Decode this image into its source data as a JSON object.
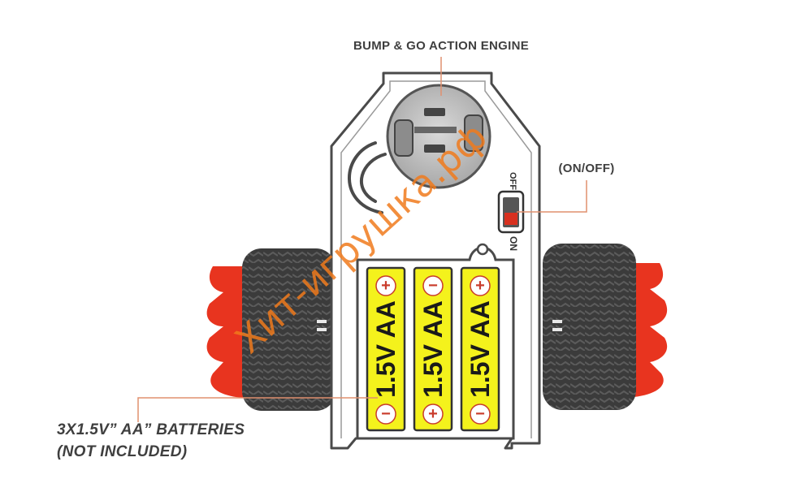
{
  "labels": {
    "engine": "BUMP & GO ACTION ENGINE",
    "switch": "(ON/OFF)",
    "batteries_line1": "3X1.5V” AA” BATTERIES",
    "batteries_line2": "(NOT INCLUDED)"
  },
  "switch": {
    "off_label": "OFF",
    "on_label": "ON"
  },
  "batteries": [
    {
      "label": "1.5V AA",
      "top_sign": "+",
      "bottom_sign": "−"
    },
    {
      "label": "1.5V AA",
      "top_sign": "−",
      "bottom_sign": "+"
    },
    {
      "label": "1.5V AA",
      "top_sign": "+",
      "bottom_sign": "−"
    }
  ],
  "watermark": "Хит-игрушка.рф",
  "colors": {
    "battery_fill": "#f4f21c",
    "wheel_tire": "#3a3a3a",
    "wheel_hub": "#e8341f",
    "watermark": "#f07a1c",
    "leader_line": "#e0906f",
    "switch_knob": "#d8301f"
  }
}
